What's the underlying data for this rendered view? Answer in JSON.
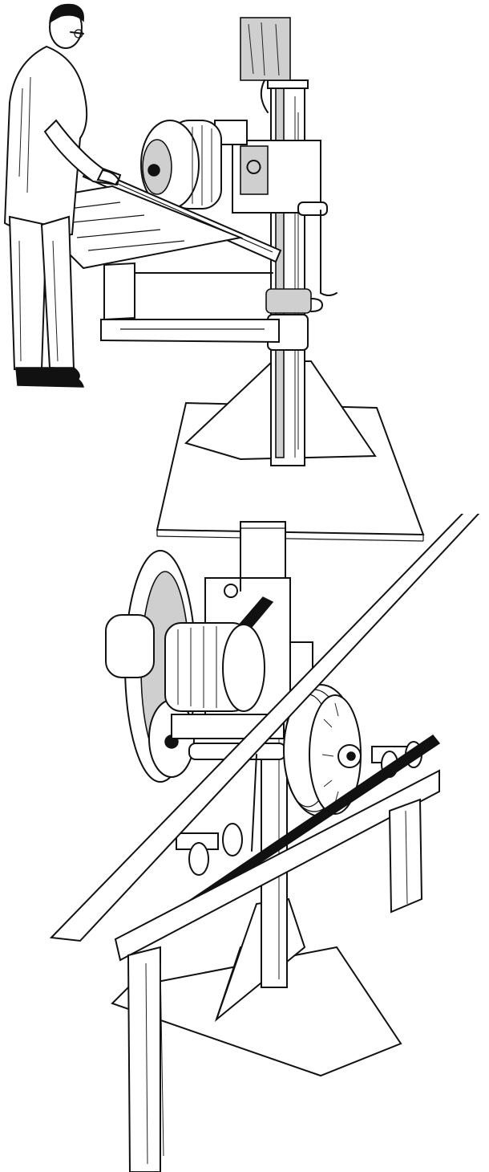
{
  "illustrations": [
    {
      "id": "operator-with-panel-saw",
      "subject": "operator"
    },
    {
      "id": "panel-saw-close-up",
      "subject": "saw-unit"
    }
  ]
}
